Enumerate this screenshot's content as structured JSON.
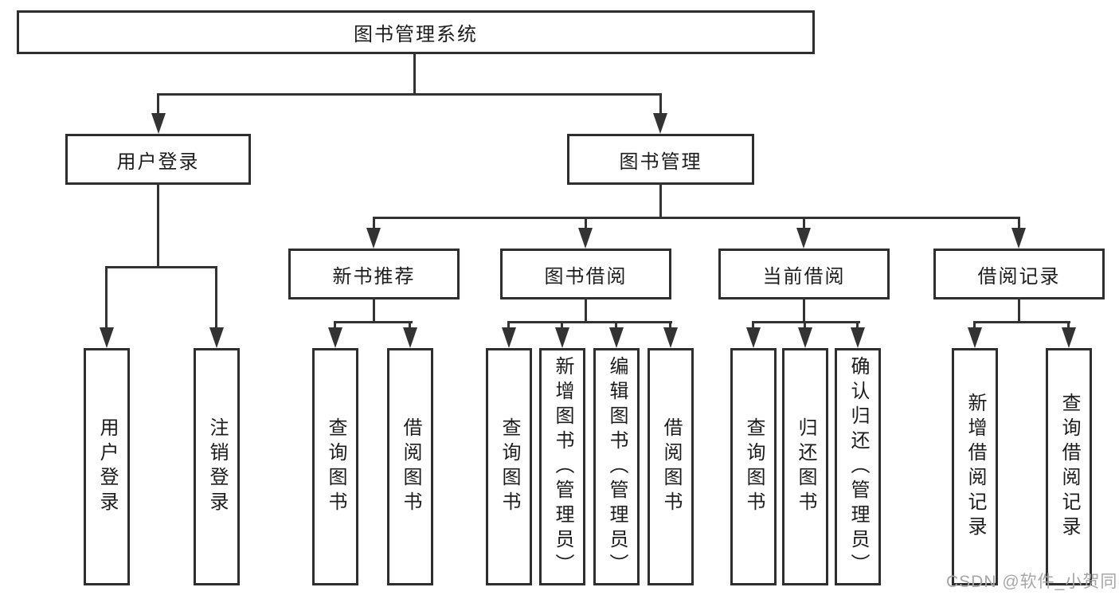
{
  "diagram_title": "图书管理系统",
  "tree": {
    "label": "图书管理系统",
    "children": [
      {
        "label": "用户登录",
        "children": [
          {
            "label": "用户登录"
          },
          {
            "label": "注销登录"
          }
        ]
      },
      {
        "label": "图书管理",
        "children": [
          {
            "label": "新书推荐",
            "children": [
              {
                "label": "查询图书"
              },
              {
                "label": "借阅图书"
              }
            ]
          },
          {
            "label": "图书借阅",
            "children": [
              {
                "label": "查询图书"
              },
              {
                "label": "新增图书（管理员）"
              },
              {
                "label": "编辑图书（管理员）"
              },
              {
                "label": "借阅图书"
              }
            ]
          },
          {
            "label": "当前借阅",
            "children": [
              {
                "label": "查询图书"
              },
              {
                "label": "归还图书"
              },
              {
                "label": "确认归还（管理员）"
              }
            ]
          },
          {
            "label": "借阅记录",
            "children": [
              {
                "label": "新增借阅记录"
              },
              {
                "label": "查询借阅记录"
              }
            ]
          }
        ]
      }
    ]
  },
  "watermark": "CSDN @软件_小贺同学",
  "colors": {
    "line": "#333333",
    "box_border": "#2e2e2e",
    "text": "#1c1c1c",
    "watermark": "#a6a6a6",
    "background": "#ffffff"
  }
}
